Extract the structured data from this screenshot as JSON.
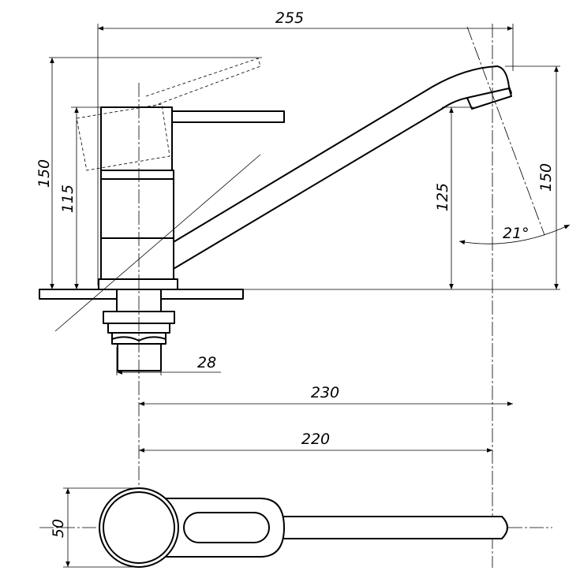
{
  "drawing": {
    "dimensions": {
      "overall_width": "255",
      "total_height": "150",
      "body_height": "115",
      "spout_height": "125",
      "spout_outlet_height": "150",
      "spout_angle": "21°",
      "base_diameter": "28",
      "reach_outer": "230",
      "reach_inner": "220",
      "top_width": "50"
    }
  }
}
